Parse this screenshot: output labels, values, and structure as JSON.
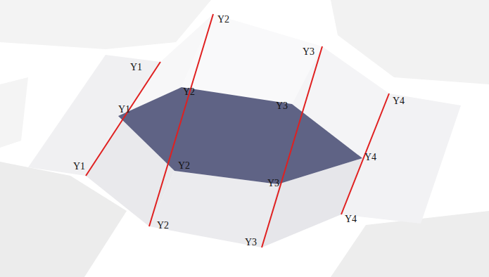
{
  "diagram": {
    "labels": [
      "Y1",
      "Y1",
      "Y1",
      "Y2",
      "Y2",
      "Y2",
      "Y2",
      "Y3",
      "Y3",
      "Y3",
      "Y3",
      "Y4",
      "Y4",
      "Y4"
    ]
  }
}
